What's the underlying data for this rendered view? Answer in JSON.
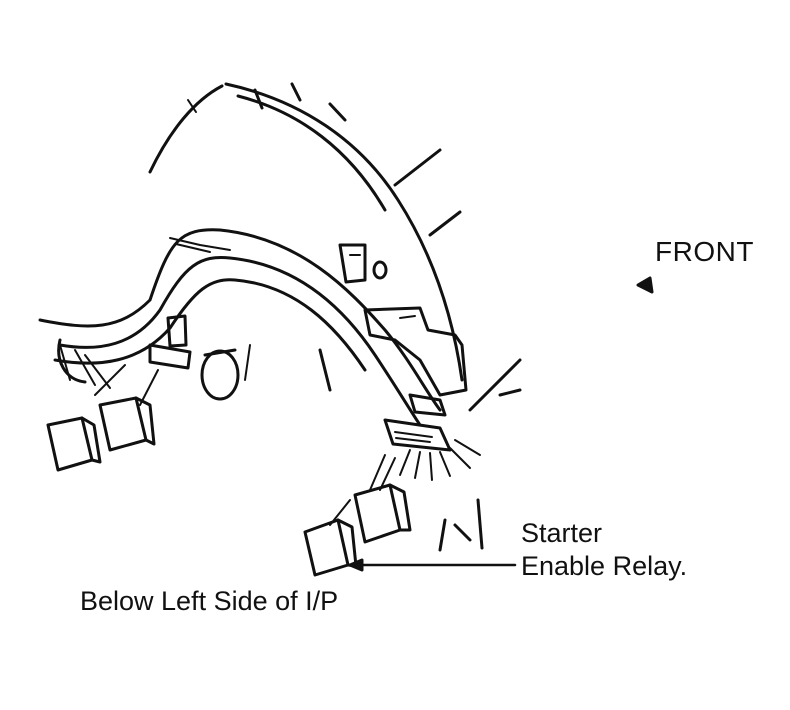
{
  "labels": {
    "front": "FRONT",
    "relay_line1": "Starter",
    "relay_line2": "Enable Relay.",
    "location": "Below Left Side of I/P"
  },
  "colors": {
    "ink": "#111111",
    "background": "#ffffff"
  }
}
